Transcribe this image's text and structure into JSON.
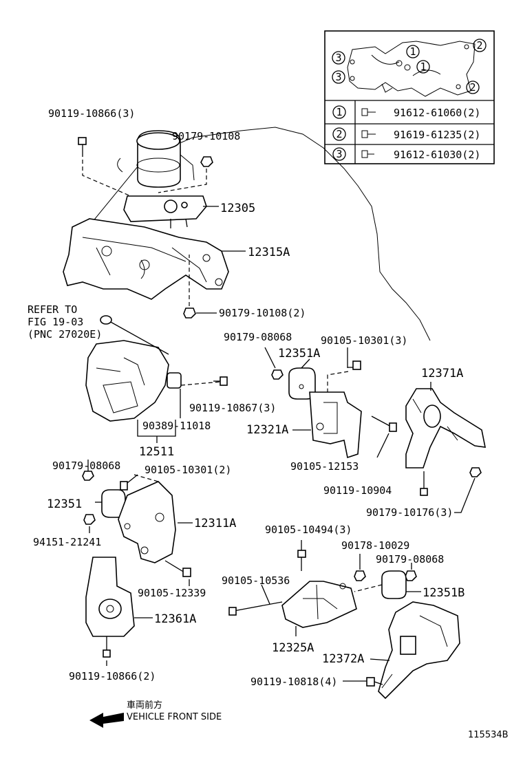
{
  "legend": {
    "rows": [
      {
        "num": "1",
        "part": "91612-61060(2)"
      },
      {
        "num": "2",
        "part": "91619-61235(2)"
      },
      {
        "num": "3",
        "part": "91612-61030(2)"
      }
    ],
    "callouts": [
      "1",
      "1",
      "2",
      "2",
      "3",
      "3"
    ]
  },
  "labels": {
    "p90119_10866_3": "90119-10866(3)",
    "p90179_10108": "90179-10108",
    "p12305": "12305",
    "p12315A": "12315A",
    "p90179_10108_2": "90179-10108(2)",
    "refer_line1": "REFER TO",
    "refer_line2": "FIG 19-03",
    "refer_line3": "(PNC 27020E)",
    "p90179_08068_top": "90179-08068",
    "p90105_10301_3": "90105-10301(3)",
    "p12351A": "12351A",
    "p12371A": "12371A",
    "p90119_10867_3": "90119-10867(3)",
    "p90389_11018": "90389-11018",
    "p12321A": "12321A",
    "p12511": "12511",
    "p90105_12153": "90105-12153",
    "p90179_08068_left": "90179-08068",
    "p90105_10301_2": "90105-10301(2)",
    "p90119_10904": "90119-10904",
    "p12351": "12351",
    "p12311A": "12311A",
    "p90179_10176_3": "90179-10176(3)",
    "p94151_21241": "94151-21241",
    "p90105_10494_3": "90105-10494(3)",
    "p90178_10029": "90178-10029",
    "p90179_08068_right": "90179-08068",
    "p90105_10536": "90105-10536",
    "p90105_12339": "90105-12339",
    "p12351B": "12351B",
    "p12361A": "12361A",
    "p12325A": "12325A",
    "p12372A": "12372A",
    "p90119_10866_2": "90119-10866(2)",
    "p90119_10818_4": "90119-10818(4)"
  },
  "direction": {
    "jp": "車両前方",
    "en": "VEHICLE FRONT SIDE"
  },
  "figure_id": "115534B"
}
